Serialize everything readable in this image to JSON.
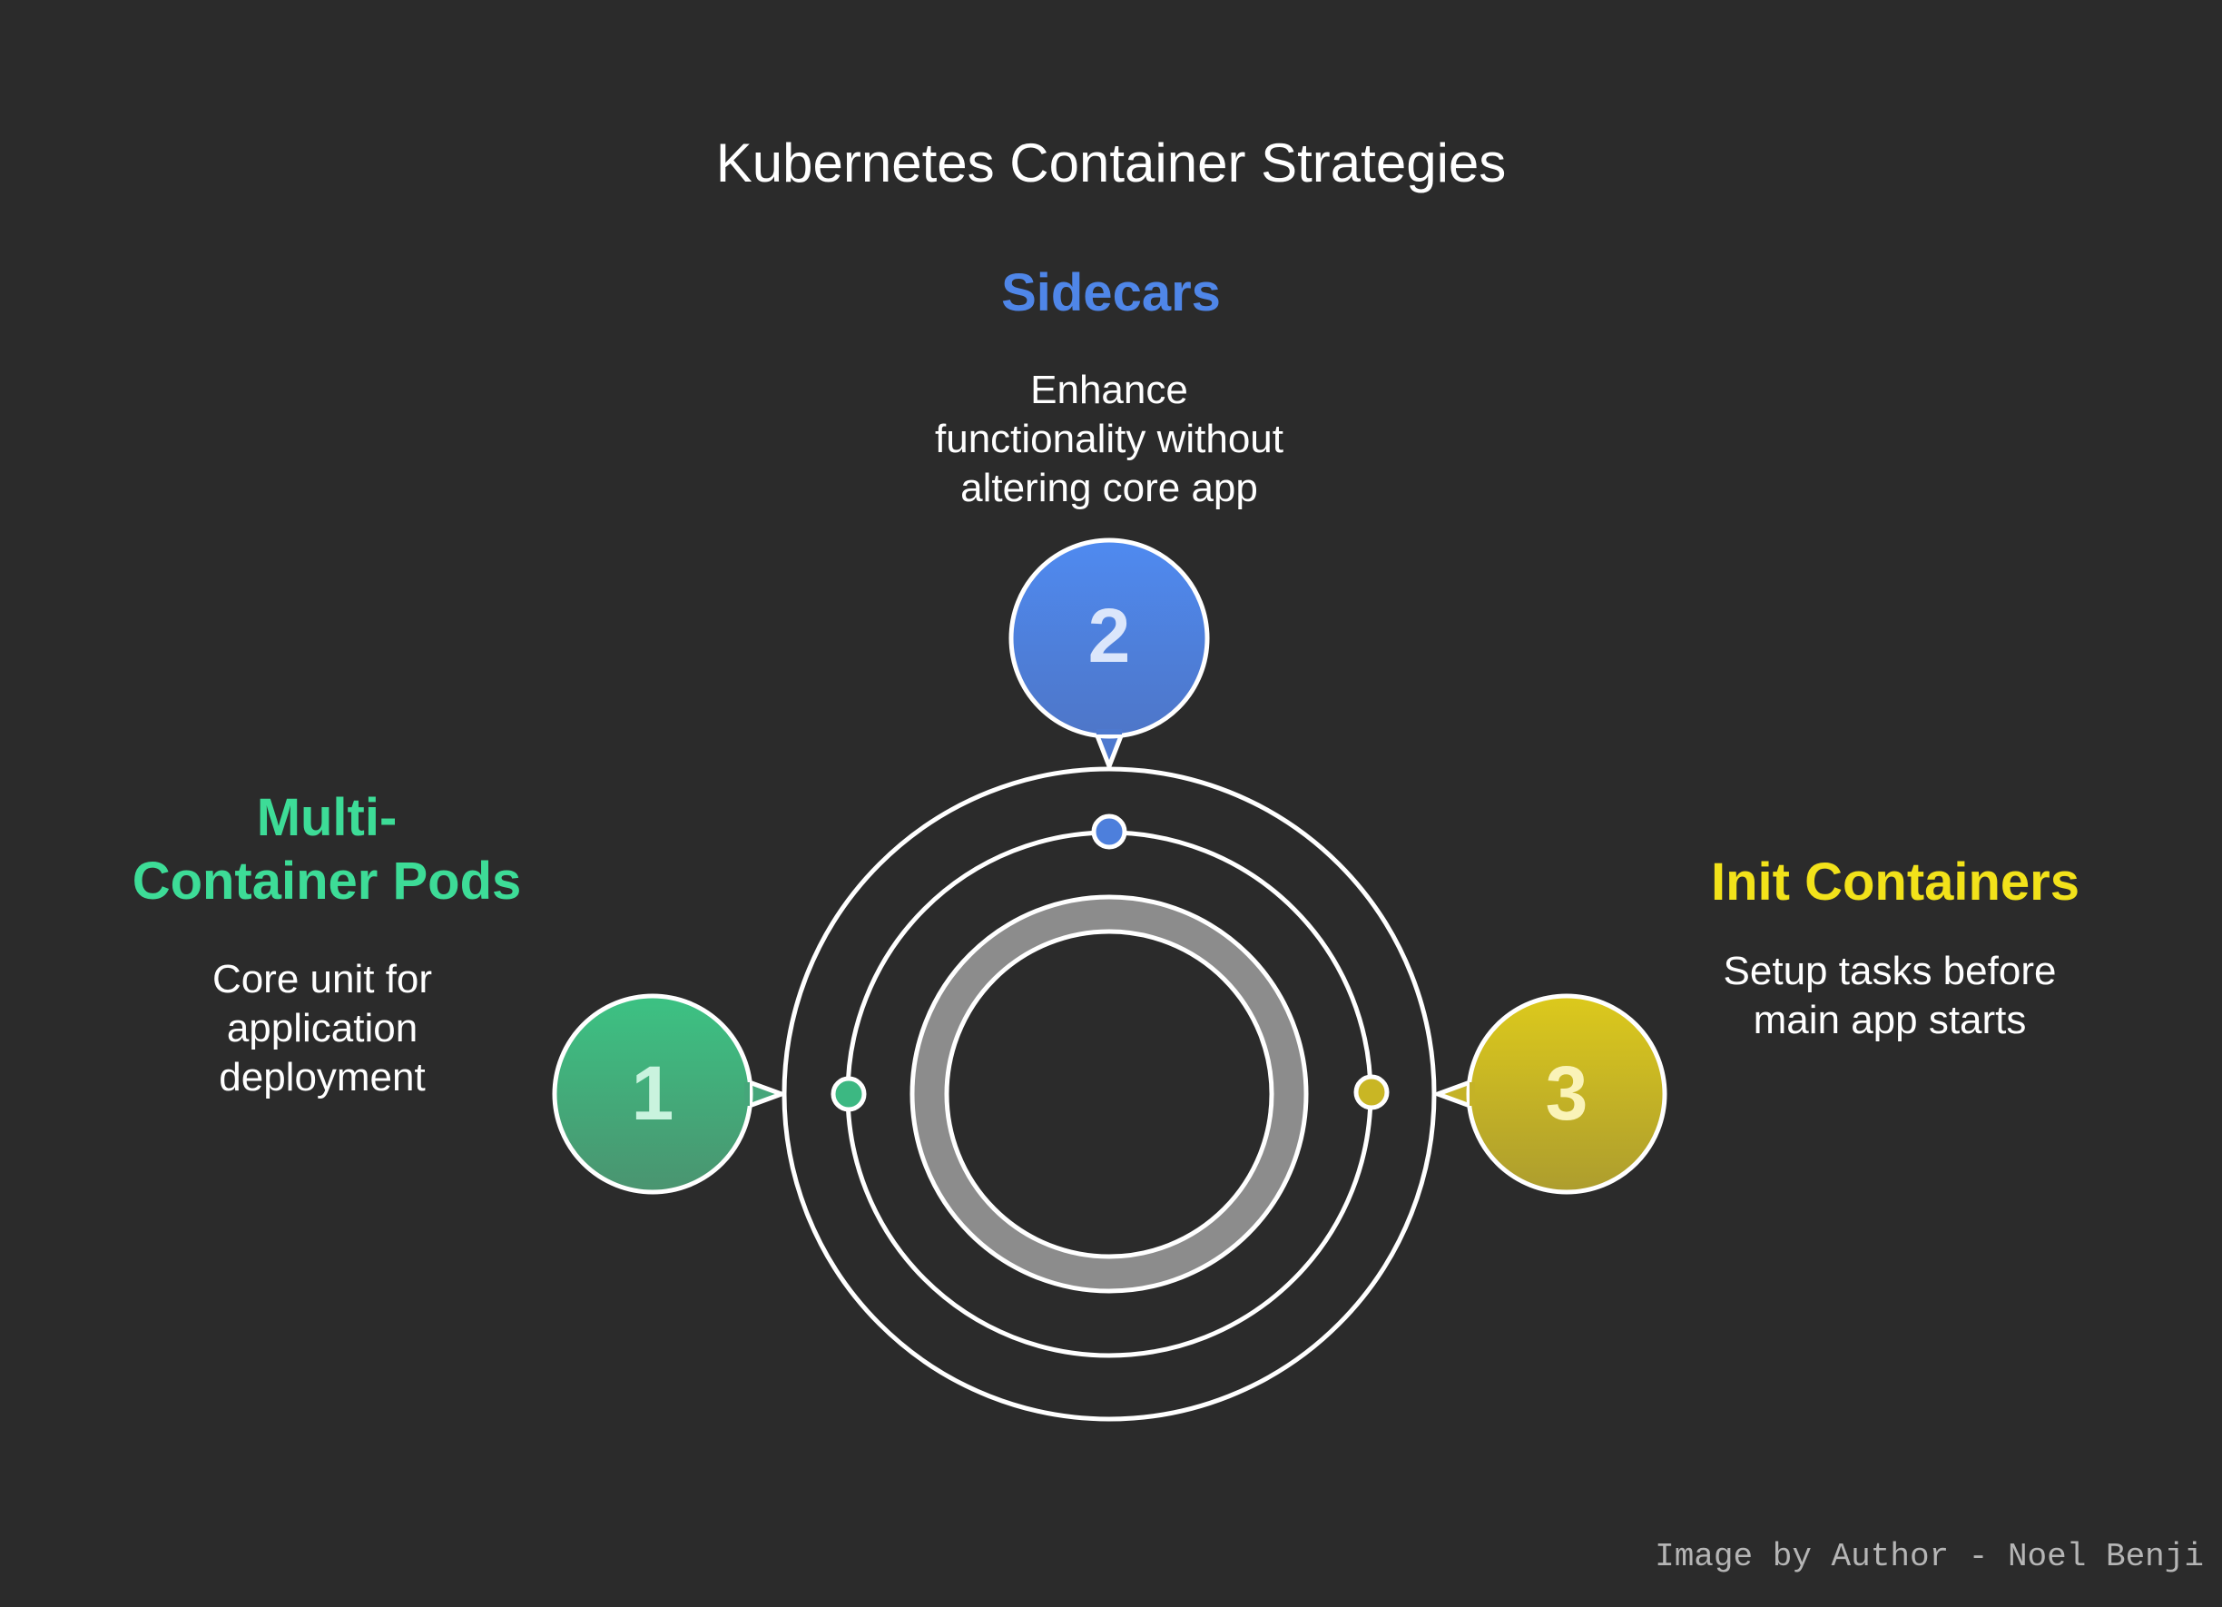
{
  "title": "Kubernetes Container Strategies",
  "colors": {
    "background": "#2b2b2b",
    "green": "#3ddc97",
    "blue": "#4f86e8",
    "yellow": "#f2e21a",
    "ring": "#ffffff",
    "inner_ring": "#8c8c8c"
  },
  "steps": [
    {
      "number": "1",
      "heading_line1": "Multi-",
      "heading_line2": "Container Pods",
      "desc_line1": "Core unit for",
      "desc_line2": "application",
      "desc_line3": "deployment"
    },
    {
      "number": "2",
      "heading": "Sidecars",
      "desc_line1": "Enhance",
      "desc_line2": "functionality without",
      "desc_line3": "altering core app"
    },
    {
      "number": "3",
      "heading": "Init Containers",
      "desc_line1": "Setup tasks before",
      "desc_line2": "main app starts"
    }
  ],
  "credit": "Image by Author - Noel Benji"
}
